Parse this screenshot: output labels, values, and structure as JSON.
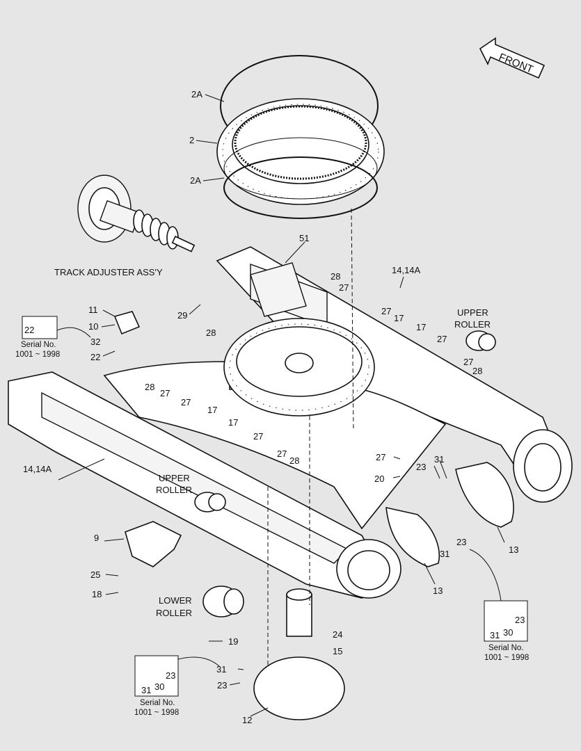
{
  "front_label": "FRONT",
  "track_adjuster_label": "TRACK ADJUSTER ASS'Y",
  "upper_roller_right": [
    "UPPER",
    "ROLLER"
  ],
  "upper_roller_left": [
    "UPPER",
    "ROLLER"
  ],
  "lower_roller": [
    "LOWER",
    "ROLLER"
  ],
  "serial_boxes": {
    "left_top": {
      "label": "Serial No.",
      "range": "1001 ~ 1998",
      "parts": [
        "22"
      ]
    },
    "right_bottom": {
      "label": "Serial No.",
      "range": "1001 ~ 1998",
      "parts": [
        "23",
        "31",
        "30"
      ]
    },
    "bottom_center": {
      "label": "Serial No.",
      "range": "1001 ~ 1998",
      "parts": [
        "23",
        "31",
        "30"
      ]
    }
  },
  "callouts": {
    "c2A_top": "2A",
    "c2": "2",
    "c2A_bot": "2A",
    "c51": "51",
    "c14_r": "14,14A",
    "c28_a": "28",
    "c27_a": "27",
    "c29": "29",
    "c28_b": "28",
    "c27_b": "27",
    "c17_a": "17",
    "c17_b": "17",
    "c27_c": "27",
    "c27_d": "27",
    "c28_c": "28",
    "c11": "11",
    "c10": "10",
    "c32": "32",
    "c22": "22",
    "c28_d": "28",
    "c27_e": "27",
    "c27_f": "27",
    "c17_c": "17",
    "c17_d": "17",
    "c27_g": "27",
    "c27_h": "27",
    "c28_e": "28",
    "c14_l": "14,14A",
    "c27_i": "27",
    "c20": "20",
    "c23_a": "23",
    "c31_a": "31",
    "c9": "9",
    "c25": "25",
    "c18": "18",
    "c23_b": "23",
    "c31_b": "31",
    "c13_a": "13",
    "c13_b": "13",
    "c19": "19",
    "c24": "24",
    "c15": "15",
    "c31_c": "31",
    "c23_c": "23",
    "c12": "12"
  }
}
